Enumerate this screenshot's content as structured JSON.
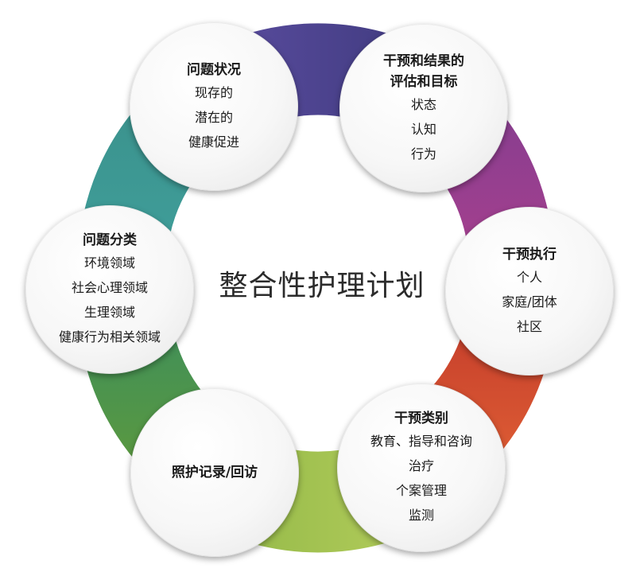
{
  "center_title": "整合性护理计划",
  "nodes": [
    {
      "id": "problem-status",
      "title_lines": [
        "问题状况"
      ],
      "items": [
        "现存的",
        "潜在的",
        "健康促进"
      ]
    },
    {
      "id": "evaluation",
      "title_lines": [
        "干预和结果的",
        "评估和目标"
      ],
      "items": [
        "状态",
        "认知",
        "行为"
      ]
    },
    {
      "id": "intervention-execution",
      "title_lines": [
        "干预执行"
      ],
      "items": [
        "个人",
        "家庭/团体",
        "社区"
      ]
    },
    {
      "id": "intervention-category",
      "title_lines": [
        "干预类别"
      ],
      "items": [
        "教育、指导和咨询",
        "治疗",
        "个案管理",
        "监测"
      ]
    },
    {
      "id": "care-records",
      "title_lines": [
        "照护记录/回访"
      ],
      "items": []
    },
    {
      "id": "problem-classification",
      "title_lines": [
        "问题分类"
      ],
      "items": [
        "环境领域",
        "社会心理领域",
        "生理领域",
        "健康行为相关领域"
      ]
    }
  ],
  "ring_colors": [
    "#4b3f8a",
    "#8e3f8f",
    "#d2452a",
    "#9cbd45",
    "#6e9a3a",
    "#3f9e9a"
  ]
}
